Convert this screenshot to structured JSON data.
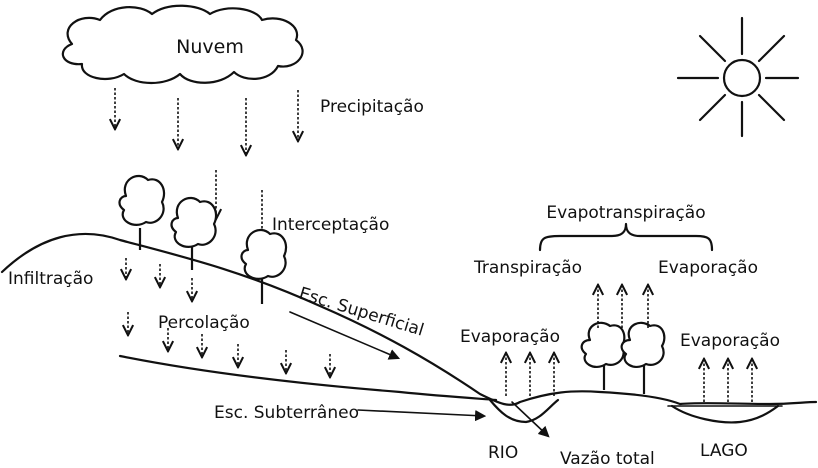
{
  "labels": {
    "cloud": "Nuvem",
    "precipitation": "Precipitação",
    "interception": "Interceptação",
    "evapotranspiration": "Evapotranspiração",
    "transpiration": "Transpiração",
    "evaporation_top": "Evaporação",
    "infiltration": "Infiltração",
    "percolation": "Percolação",
    "surface_runoff": "Esc. Superficial",
    "evaporation_river": "Evaporação",
    "evaporation_lake": "Evaporação",
    "groundwater_flow": "Esc. Subterrâneo",
    "river": "RIO",
    "total_flow": "Vazão total",
    "lake": "LAGO"
  }
}
